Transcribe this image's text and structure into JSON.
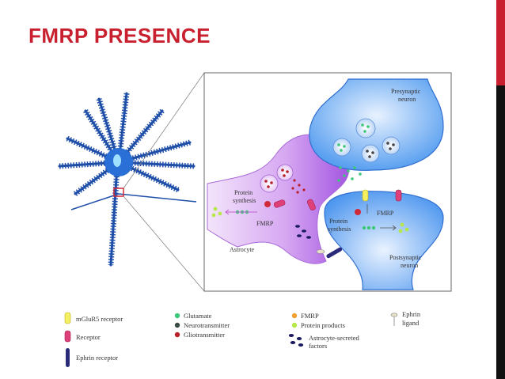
{
  "slide": {
    "title": "FMRP PRESENCE",
    "accent_color": "#c8202f"
  },
  "diagram": {
    "labels": {
      "presynaptic_line1": "Presynaptic",
      "presynaptic_line2": "neuron",
      "postsynaptic_line1": "Postsynaptic",
      "postsynaptic_line2": "neuron",
      "astrocyte": "Astrocyte",
      "astro_protein_line1": "Protein",
      "astro_protein_line2": "synthesis",
      "astro_fmrp": "FMRP",
      "post_protein_line1": "Protein",
      "post_protein_line2": "synthesis",
      "post_fmrp": "FMRP"
    }
  },
  "legend": {
    "mglur5": "mGluR5 receptor",
    "receptor": "Receptor",
    "ephrin_receptor": "Ephrin receptor",
    "glutamate": "Glutamate",
    "neurotransmitter": "Neurotransmitter",
    "gliotransmitter": "Gliotransmitter",
    "fmrp": "FMRP",
    "protein_products": "Protein products",
    "astro_factors_line1": "Astrocyte-secreted",
    "astro_factors_line2": "factors",
    "ephrin_ligand_line1": "Ephrin",
    "ephrin_ligand_line2": "ligand"
  },
  "colors": {
    "neuron_blue": "#2a6fd6",
    "astrocyte_purple": "#b56ee6",
    "glutamate_green": "#3cc878",
    "gliotransmitter_red": "#b8202a",
    "fmrp_orange": "#f0a030",
    "protein_yellow_green": "#b6e84a",
    "mglur5_yellow": "#f4f060",
    "receptor_pink": "#e0407a",
    "ephrin_receptor_navy": "#2a2a7a"
  }
}
